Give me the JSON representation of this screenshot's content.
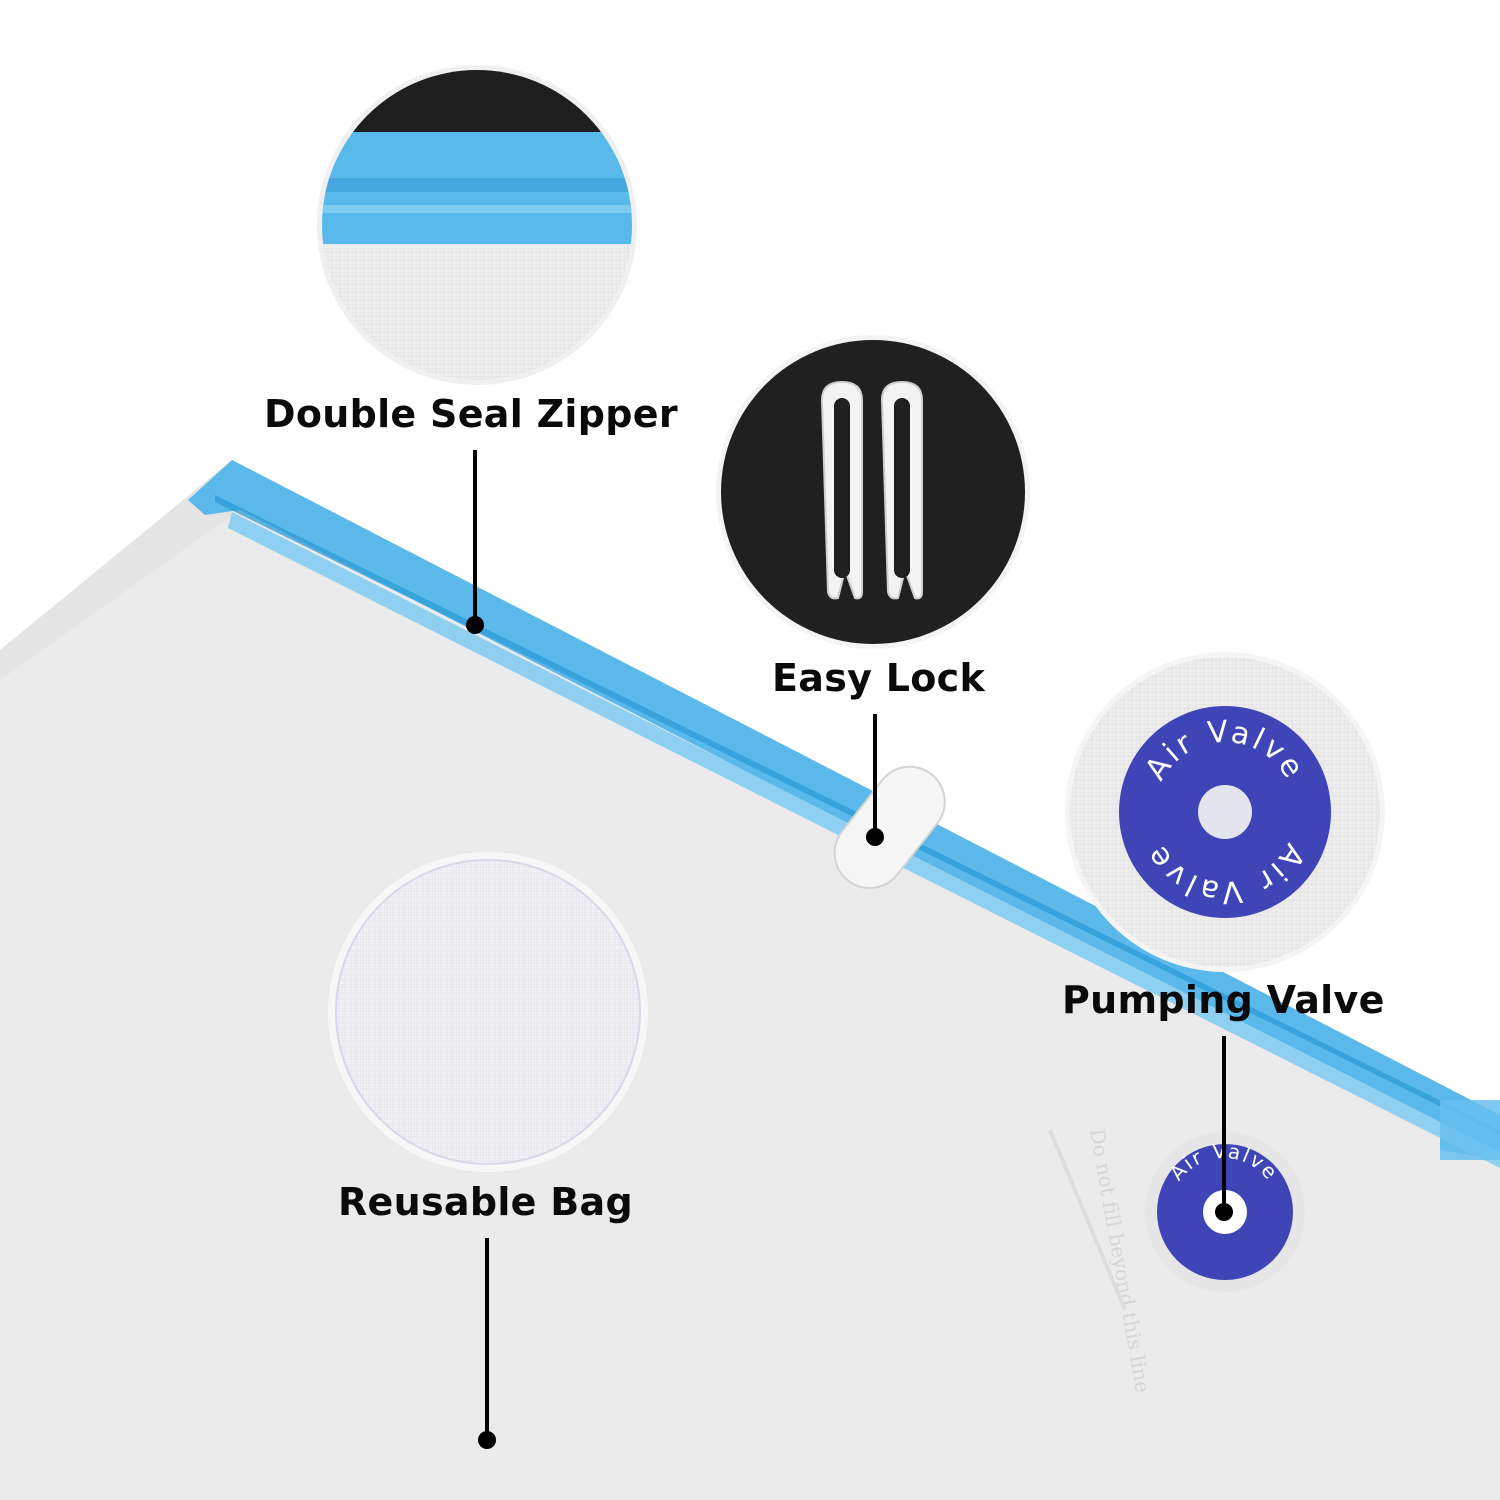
{
  "callouts": {
    "zipper": {
      "label": "Double Seal Zipper"
    },
    "lock": {
      "label": "Easy Lock"
    },
    "valve": {
      "label": "Pumping Valve",
      "ring_text": "Air Valve"
    },
    "bag": {
      "label": "Reusable Bag"
    }
  },
  "bag_fill_line_text": "Do not fill beyond this line",
  "colors": {
    "zipper_blue": "#4fb3e8",
    "valve_blue": "#3f45b7",
    "bag_gray": "#ececec",
    "lock_bg": "#202020"
  }
}
